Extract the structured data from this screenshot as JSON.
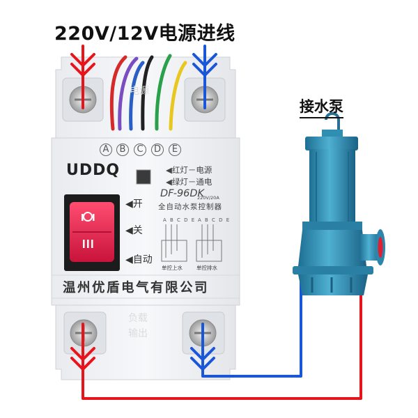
{
  "header": {
    "wiring_label": "220V/12V电源进线"
  },
  "pump": {
    "label": "接水泵"
  },
  "device": {
    "brand": "UDDQ",
    "terminals": [
      "A",
      "B",
      "C",
      "D",
      "E"
    ],
    "indicator_red": "◀红灯－电源",
    "indicator_green": "◀绿灯－通电",
    "model": "DF-96DK",
    "rating": "220V/20A",
    "product_name": "全自动水泵控制器",
    "switch_positions": [
      "◀开",
      "◀关",
      "◀自动"
    ],
    "diagram_letters_left": "A B C D E",
    "diagram_letters_right": "A B C D E",
    "mode_supply": "单控上水",
    "mode_drain": "单控排水",
    "company": "温州优盾电气有限公司",
    "bottom_embossed_1": "负载",
    "bottom_embossed_2": "输出",
    "top_embossed": "电源"
  },
  "colors": {
    "live_wire": "#e8141c",
    "neutral_wire": "#1a56d8",
    "switch_red": "#e0234a",
    "pump_blue": "#2f8fb2",
    "wire_colors": [
      "#d42a2a",
      "#7a4ec0",
      "#2a5fc4",
      "#222222",
      "#2aa04a",
      "#e8c820"
    ]
  },
  "icons": [
    "terminal-screw-icon",
    "wire-arrow-icon",
    "rocker-switch-icon"
  ]
}
